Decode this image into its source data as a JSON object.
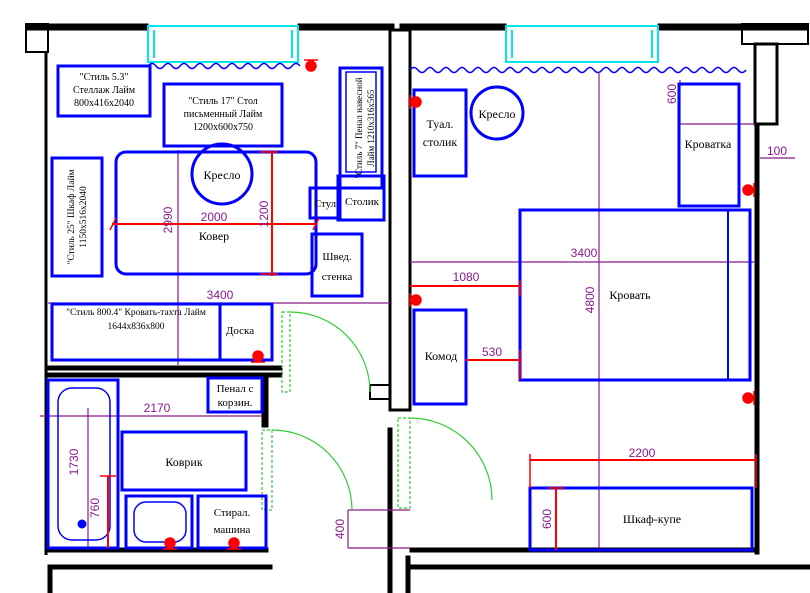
{
  "colors": {
    "wall": "#000000",
    "furniture": "#0000ff",
    "dimension": "#ff0000",
    "axis": "#8b1a8b",
    "window": "#00e5ee",
    "door": "#33cc33",
    "socket": "#ff0000"
  },
  "room_left": {
    "shelf": {
      "line1": "\"Стиль 5.3\"",
      "line2": "Стеллаж Лайм",
      "line3": "800x416x2040"
    },
    "desk": {
      "line1": "\"Стиль 17\" Стол",
      "line2": "письменный Лайм",
      "line3": "1200x600x750"
    },
    "pencil_case": {
      "line1": "\"Стиль 7\" Пенал навесной",
      "line2": "Лайм 1210x316x565"
    },
    "armchair": "Кресло",
    "wardrobe": {
      "line1": "\"Стиль 25\" Шкаф Лайм",
      "line2": "1150x516x2040"
    },
    "carpet": "Ковер",
    "stool": "Стул",
    "small_table": "Столик",
    "swedish_wall": {
      "line1": "Швед.",
      "line2": "стенка"
    },
    "bed_table": {
      "line1": "\"Стиль 800.4\" Кровать-тахта Лайм",
      "line2": "1644x836x800"
    },
    "board": "Доска",
    "dim_2990": "2990",
    "dim_2000": "2000",
    "dim_1200": "1200",
    "dim_3400": "3400"
  },
  "bathroom": {
    "cabinet": {
      "line1": "Пенал с",
      "line2": "корзин."
    },
    "dim_2170": "2170",
    "dim_1730": "1730",
    "dim_760": "760",
    "rug": "Коврик",
    "washer": {
      "line1": "Стирал.",
      "line2": "машина"
    }
  },
  "room_right": {
    "dressing_table": {
      "line1": "Туал.",
      "line2": "столик"
    },
    "armchair": "Кресло",
    "crib": "Кроватка",
    "dim_600_top": "600",
    "dim_100": "100",
    "dim_3400": "3400",
    "dim_1080": "1080",
    "bed": "Кровать",
    "dim_4800": "4800",
    "dresser": "Комод",
    "dim_530": "530",
    "dim_2200": "2200",
    "dim_600_bottom": "600",
    "wardrobe": "Шкаф-купе",
    "dim_400": "400"
  }
}
